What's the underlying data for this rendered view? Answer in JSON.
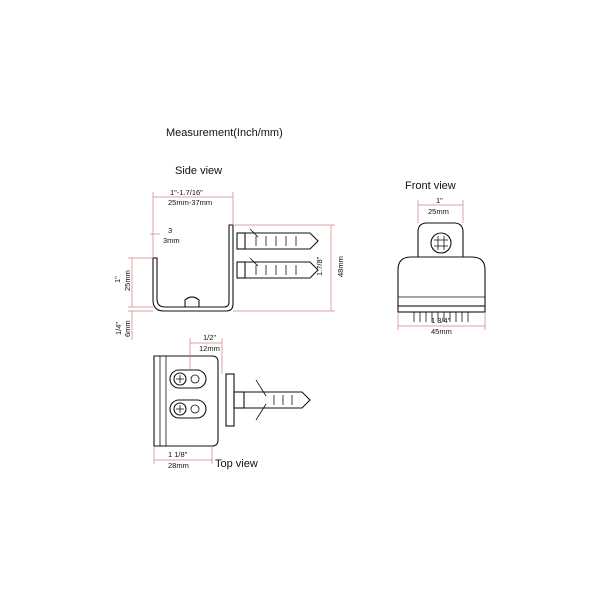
{
  "title": "Measurement(Inch/mm)",
  "views": {
    "side": "Side view",
    "front": "Front view",
    "top": "Top view"
  },
  "dimensions": {
    "side_width_in": "1\"-1.7/16\"",
    "side_width_mm": "25mm-37mm",
    "side_thick_in": "3",
    "side_thick_mm": "3mm",
    "side_height_in": "1\"",
    "side_height_mm": "25mm",
    "side_total_in": "1.7/8\"",
    "side_total_mm": "48mm",
    "side_base_in": "1/4\"",
    "side_base_mm": "6mm",
    "front_width_in": "1\"",
    "front_width_mm": "25mm",
    "front_base_in": "1 3/4\"",
    "front_base_mm": "45mm",
    "top_offset_in": "1/2\"",
    "top_offset_mm": "12mm",
    "top_width_in": "1 1/8\"",
    "top_width_mm": "28mm"
  }
}
